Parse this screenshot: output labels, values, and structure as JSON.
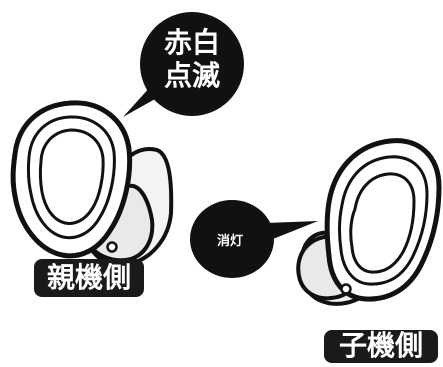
{
  "parent_bubble": {
    "line1": "赤白",
    "line2": "点滅"
  },
  "child_bubble": {
    "label": "消灯"
  },
  "labels": {
    "parent_side": "親機側",
    "child_side": "子機側"
  },
  "colors": {
    "ink": "#111111",
    "background": "#ffffff",
    "accent": "#c8c8c8",
    "label_fill": "#1a1a1a"
  },
  "icons": {
    "left_earbud": "earbud-icon",
    "right_earbud": "earbud-icon"
  }
}
